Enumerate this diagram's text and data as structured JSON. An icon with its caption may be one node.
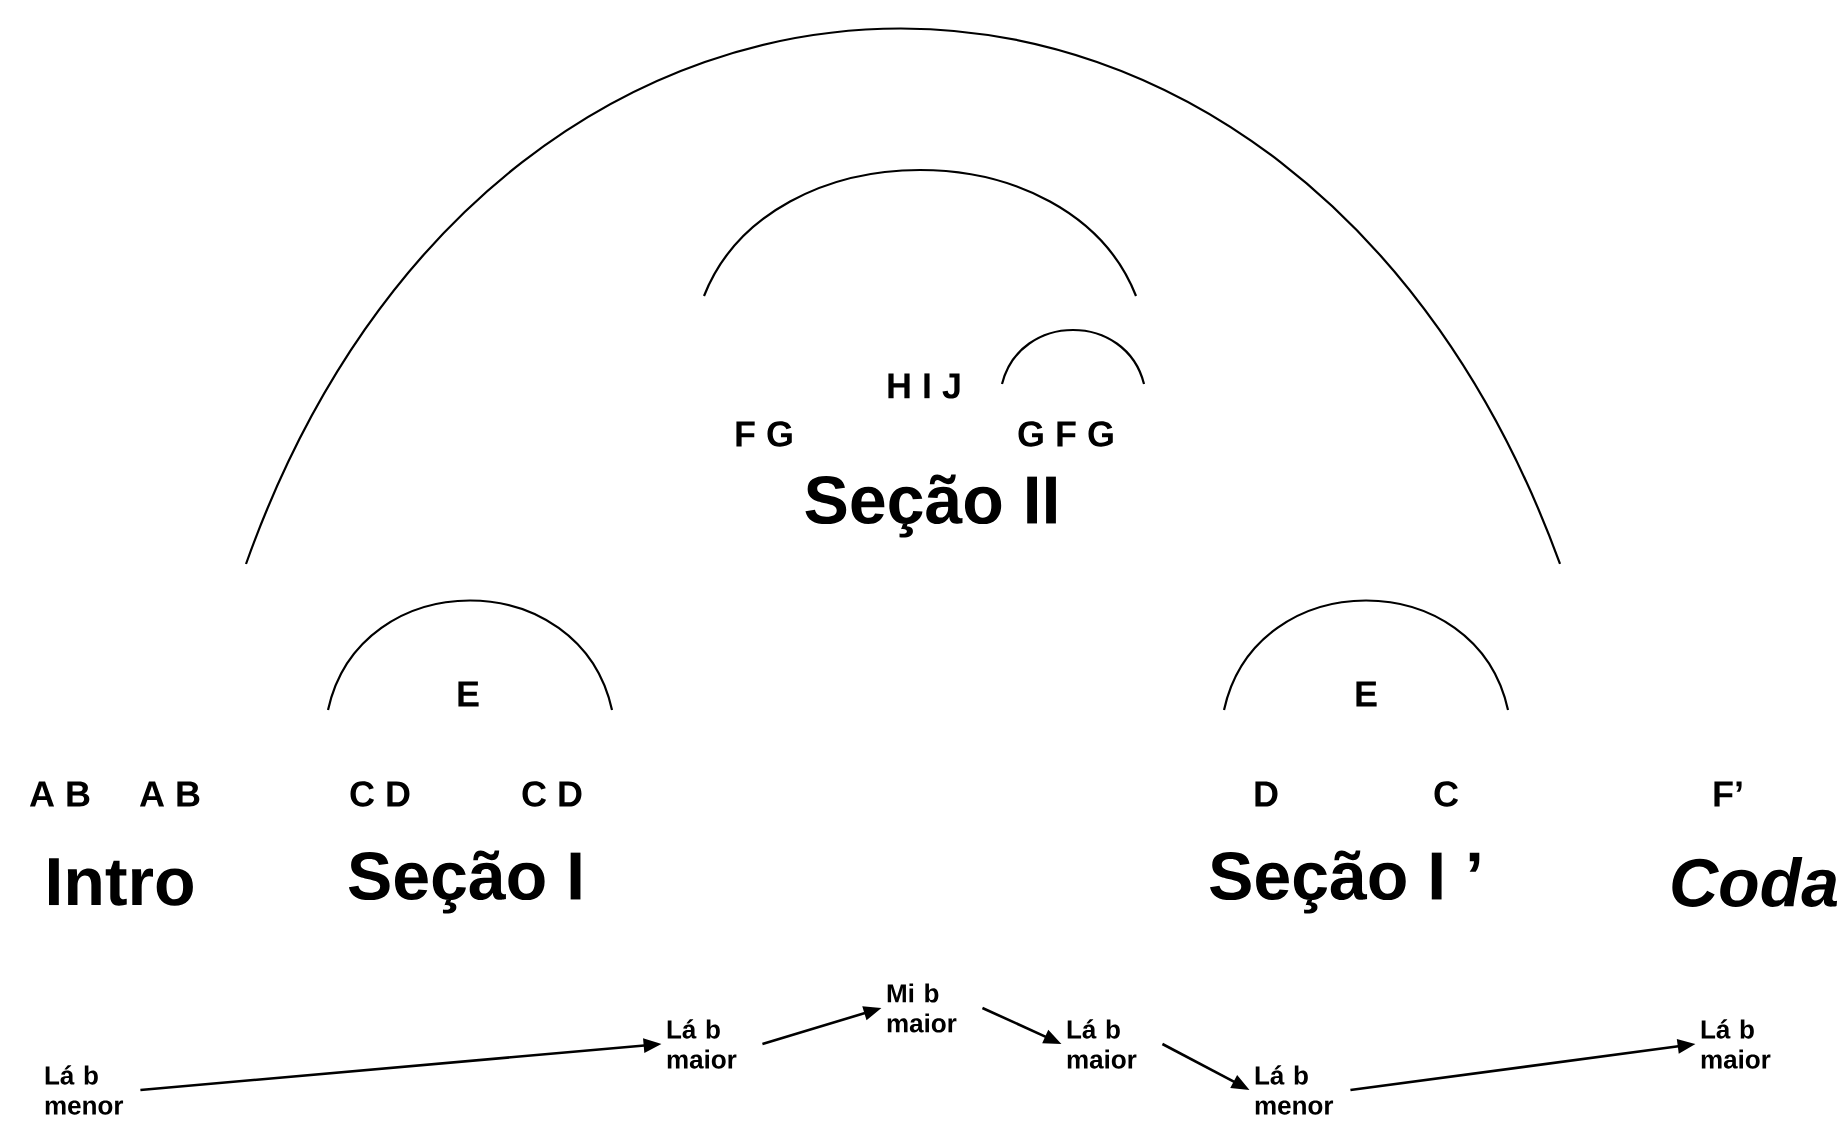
{
  "diagram": {
    "nodes": [
      {
        "text": [
          "Lá b menor"
        ]
      },
      {
        "text": [
          "Lá b maior"
        ]
      },
      {
        "text": [
          "Mi b maior"
        ]
      },
      {
        "text": [
          "Lá b maior"
        ]
      },
      {
        "text": [
          "Lá b menor"
        ]
      },
      {
        "text": [
          "Lá b maior"
        ]
      }
    ],
    "edges": [
      {
        "from": 0,
        "to": 1,
        "arrow": "to"
      },
      {
        "from": 1,
        "to": 2,
        "arrow": "to"
      },
      {
        "from": 2,
        "to": 3,
        "arrow": "to"
      },
      {
        "from": 3,
        "to": 4,
        "arrow": "to"
      },
      {
        "from": 4,
        "to": 5,
        "arrow": "to"
      }
    ],
    "labels": [
      "H I J",
      "F G",
      "G F G",
      "Seção II",
      "E",
      "E",
      "A B",
      "A B",
      "C D",
      "C D",
      "D",
      "C",
      "F’",
      "Intro",
      "Seção I",
      "Seção I ’",
      "Coda"
    ]
  }
}
